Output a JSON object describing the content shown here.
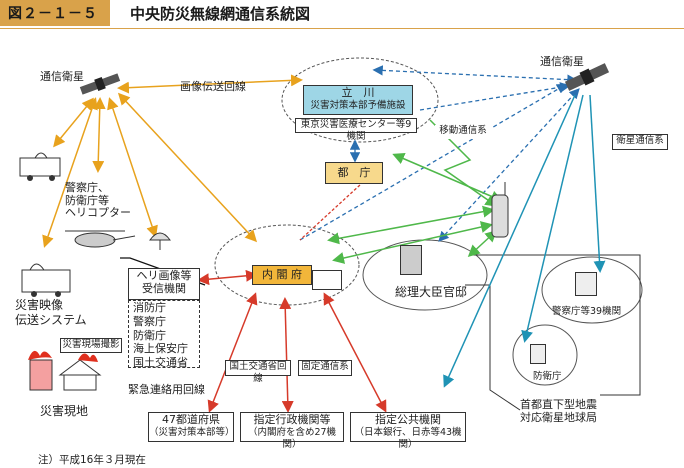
{
  "figure": {
    "number": "図２－１－５",
    "title": "中央防災無線網通信系統図",
    "note": "注）平成16年３月現在"
  },
  "nodes": {
    "satellite_left": "通信衛星",
    "satellite_right": "通信衛星",
    "image_line": "画像伝送回線",
    "helicopter": "警察庁、\n防衛庁等\nヘリコプター",
    "disaster_video": "災害映像\n伝送システム",
    "disaster_site_shoot": "災害現場撮影",
    "disaster_site": "災害現地",
    "heli_receiver_title": "ヘリ画像等\n受信機関",
    "heli_receivers": [
      "消防庁",
      "警察庁",
      "防衛庁",
      "海上保安庁",
      "国土交通省"
    ],
    "emergency_line": "緊急連絡用回線",
    "tachikawa": "立　川",
    "tachikawa_sub": "災害対策本部予備施設",
    "tokyo_medical": "東京災害医療センター等9機関",
    "mobile_comm": "移動通信系",
    "tocho": "都　庁",
    "cabinet_office": "内 閣 府",
    "pm_residence": "総理大臣官邸",
    "sat_comm": "衛星通信系",
    "police_39": "警察庁等39機関",
    "defense": "防衛庁",
    "backup_station": "首都直下型地震\n対応衛星地球局",
    "mlit_line": "国土交通省回線",
    "fixed_comm": "固定通信系",
    "prefectures": "47都道府県",
    "prefectures_sub": "（災害対策本部等）",
    "admin_orgs": "指定行政機関等",
    "admin_orgs_sub": "（内閣府を含め27機関）",
    "public_orgs": "指定公共機関",
    "public_orgs_sub": "（日本銀行、日赤等43機関）"
  },
  "colors": {
    "orange": "#e8a21d",
    "blue_dashed": "#2a6fb0",
    "green": "#4fb84a",
    "teal": "#1f93b5",
    "red": "#d63a2a",
    "header": "#d9a24a",
    "tachikawa_fill": "#9ed6e6",
    "tocho_fill": "#f7d98c",
    "cabinet_fill": "#f2b63a"
  }
}
